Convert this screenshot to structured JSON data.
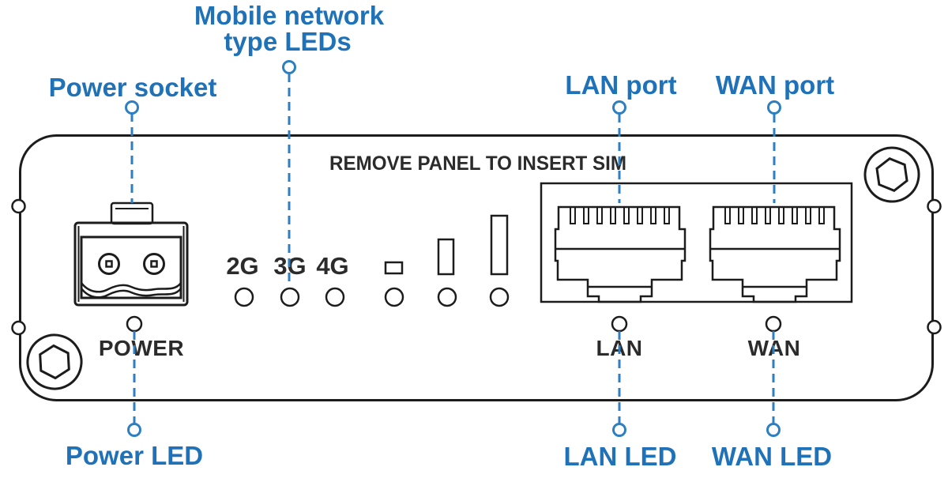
{
  "diagram": {
    "sim_note": "REMOVE PANEL TO INSERT SIM",
    "network_types": [
      "2G",
      "3G",
      "4G"
    ],
    "panel_labels": {
      "power": "POWER",
      "lan": "LAN",
      "wan": "WAN"
    },
    "callouts": {
      "mobile_line1": "Mobile network",
      "mobile_line2": "type LEDs",
      "power_socket": "Power socket",
      "lan_port": "LAN port",
      "wan_port": "WAN port",
      "power_led": "Power LED",
      "lan_led": "LAN LED",
      "wan_led": "WAN LED"
    },
    "colors": {
      "callout_text_blue": "#1f72b8",
      "callout_line_blue": "#2e7fc1",
      "ink": "#2b2b2b"
    }
  }
}
